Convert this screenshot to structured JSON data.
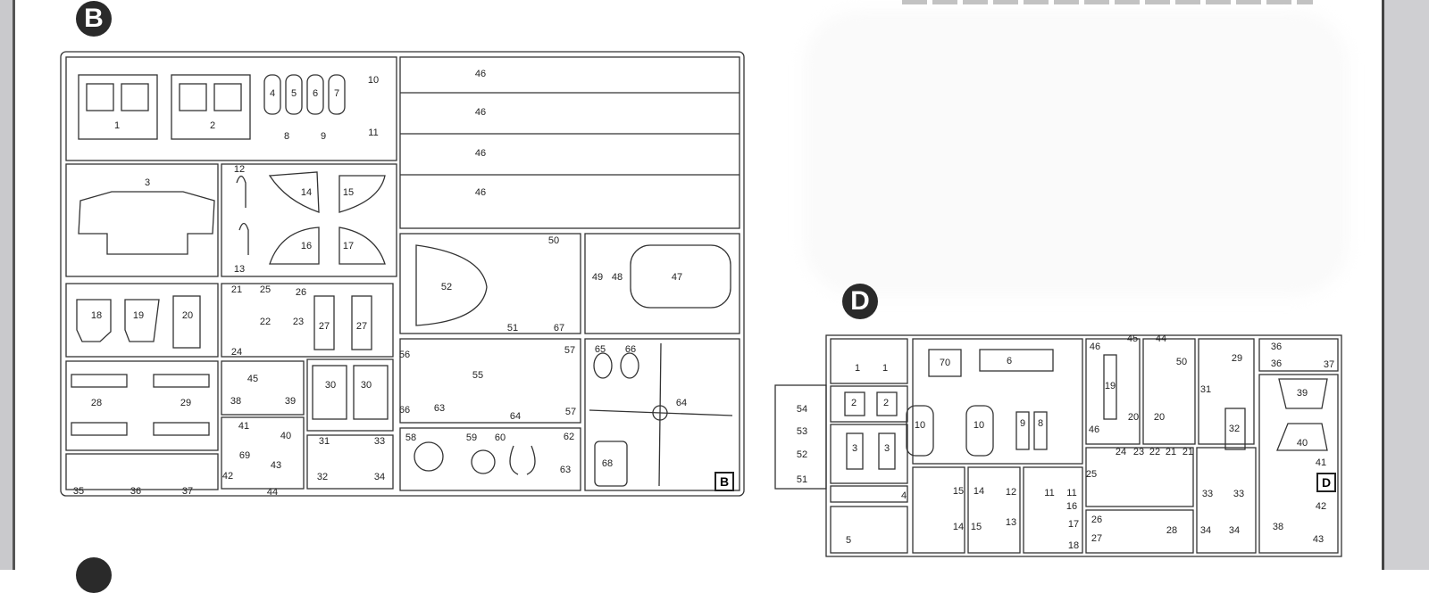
{
  "sprue_b": {
    "letter": "B",
    "tag": "B",
    "parts": [
      "1",
      "2",
      "4",
      "5",
      "6",
      "7",
      "10",
      "11",
      "8",
      "9",
      "46",
      "46",
      "46",
      "46",
      "3",
      "12",
      "13",
      "14",
      "15",
      "16",
      "17",
      "52",
      "50",
      "49",
      "48",
      "47",
      "51",
      "67",
      "18",
      "19",
      "20",
      "21",
      "25",
      "26",
      "22",
      "23",
      "27",
      "27",
      "24",
      "28",
      "29",
      "45",
      "38",
      "39",
      "30",
      "30",
      "41",
      "40",
      "69",
      "31",
      "33",
      "32",
      "34",
      "35",
      "36",
      "37",
      "42",
      "43",
      "44",
      "56",
      "55",
      "57",
      "63",
      "64",
      "66",
      "57",
      "58",
      "59",
      "60",
      "62",
      "63",
      "65",
      "66",
      "64",
      "68"
    ]
  },
  "sprue_d": {
    "letter": "D",
    "tag": "D",
    "parts": [
      "54",
      "53",
      "52",
      "51",
      "1",
      "1",
      "2",
      "2",
      "3",
      "3",
      "4",
      "5",
      "70",
      "6",
      "10",
      "10",
      "9",
      "8",
      "15",
      "14",
      "12",
      "11",
      "11",
      "16",
      "14",
      "15",
      "13",
      "17",
      "18",
      "46",
      "45",
      "44",
      "19",
      "20",
      "20",
      "46",
      "50",
      "29",
      "31",
      "32",
      "24",
      "23",
      "22",
      "21",
      "21",
      "25",
      "26",
      "27",
      "28",
      "33",
      "33",
      "34",
      "34",
      "36",
      "36",
      "37",
      "39",
      "40",
      "41",
      "42",
      "38",
      "43"
    ]
  }
}
